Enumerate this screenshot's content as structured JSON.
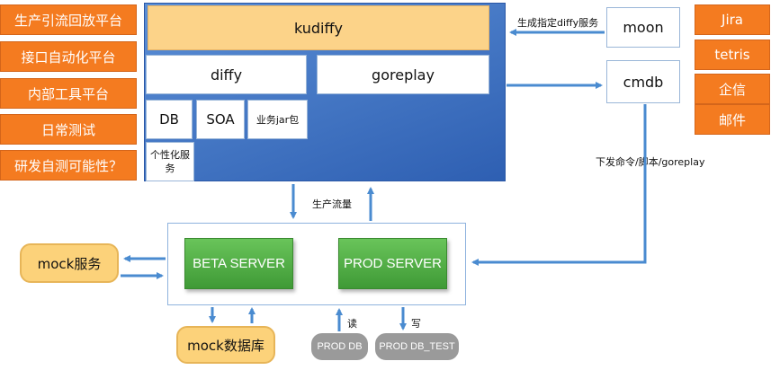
{
  "left_list": [
    "生产引流回放平台",
    "接口自动化平台",
    "内部工具平台",
    "日常测试",
    "研发自测可能性？"
  ],
  "right_list": [
    "Jira",
    "tetris",
    "企信",
    "邮件"
  ],
  "main_block": {
    "kudiffy": "kudiffy",
    "diffy": "diffy",
    "goreplay": "goreplay",
    "db": "DB",
    "soa": "SOA",
    "jar": "业务jar包",
    "personalized": "个性化服务"
  },
  "moon": "moon",
  "cmdb": "cmdb",
  "arrow_labels": {
    "moon_to_kudiffy": "生成指定diffy服务",
    "cmdb_down": "下发命令/脚本/goreplay",
    "prod_traffic": "生产流量",
    "read": "读",
    "write": "写"
  },
  "servers": {
    "beta": "BETA SERVER",
    "prod": "PROD SERVER"
  },
  "mock_service": "mock服务",
  "mock_db": "mock数据库",
  "prod_db": "PROD DB",
  "prod_db_test": "PROD DB_TEST"
}
